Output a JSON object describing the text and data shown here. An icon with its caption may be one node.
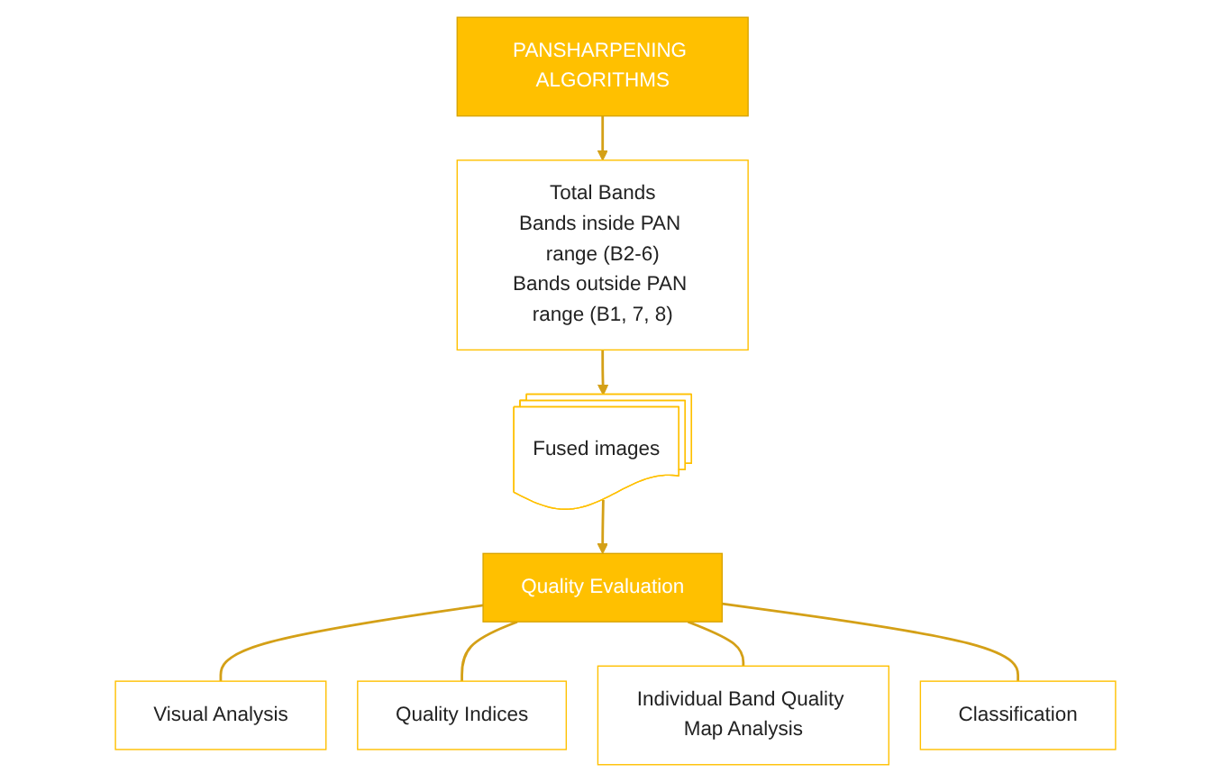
{
  "diagram": {
    "nodes": [
      {
        "text": [
          "PANSHARPENING ALGORITHMS"
        ]
      },
      {
        "text": [
          "Total Bands",
          "Bands inside PAN range (B2-6)",
          "Bands outside PAN range (B1, 7, 8)"
        ]
      },
      {
        "text": [
          "Fused images"
        ]
      },
      {
        "text": [
          "Quality Evaluation"
        ]
      },
      {
        "text": [
          "Visual Analysis"
        ]
      },
      {
        "text": [
          "Quality Indices"
        ]
      },
      {
        "text": [
          "Individual Band Quality Map Analysis"
        ]
      },
      {
        "text": [
          "Classification"
        ]
      }
    ],
    "edges": [
      {
        "from": 0,
        "to": 1,
        "arrow": "to"
      },
      {
        "from": 1,
        "to": 2,
        "arrow": "to"
      },
      {
        "from": 2,
        "to": 3,
        "arrow": "to"
      },
      {
        "from": 3,
        "to": 4,
        "arrow": "none"
      },
      {
        "from": 3,
        "to": 5,
        "arrow": "none"
      },
      {
        "from": 3,
        "to": 6,
        "arrow": "none"
      },
      {
        "from": 3,
        "to": 7,
        "arrow": "none"
      }
    ]
  }
}
